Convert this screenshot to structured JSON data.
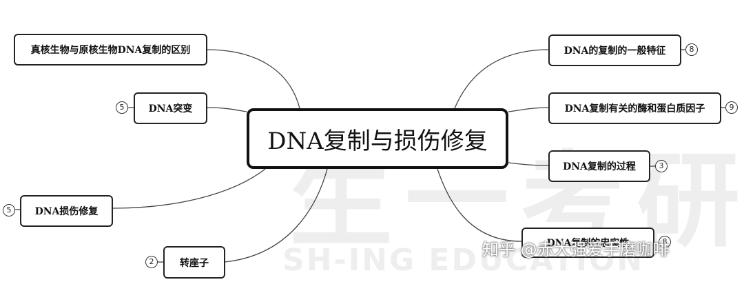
{
  "center_title": "DNA复制与损伤修复",
  "nodes": {
    "eukaryote_prokaryote": "真核生物与原核生物DNA复制的区别",
    "mutation": "DNA突变",
    "damage_repair": "DNA损伤修复",
    "transposon": "转座子",
    "general_features": "DNA的复制的一般特征",
    "enzymes_proteins": "DNA复制有关的酶和蛋白质因子",
    "process": "DNA复制的过程",
    "fidelity": "DNA复制的忠实性"
  },
  "badges": {
    "mutation": "5",
    "damage_repair": "5",
    "transposon": "2",
    "general_features": "8",
    "enzymes_proteins": "9",
    "process": "3",
    "fidelity": "8"
  },
  "watermark": {
    "brand": "生一考研",
    "english": "SH-ING EDUCATION"
  },
  "footer": "知乎 @赤大强爱手磨咖啡",
  "colors": {
    "line": "#444444",
    "border": "#222222",
    "watermark": "#eeeeee"
  }
}
